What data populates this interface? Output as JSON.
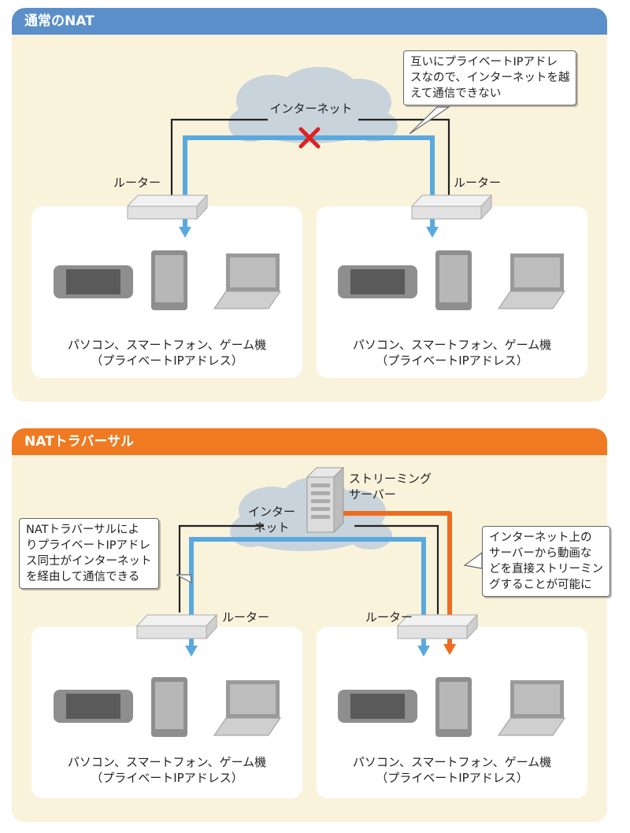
{
  "top": {
    "header": "通常のNAT",
    "internet": "インターネット",
    "router_left": "ルーター",
    "router_right": "ルーター",
    "note_lines": [
      "互いにプライベートIPアドレ",
      "スなので、インターネットを越",
      "えて通信できない"
    ],
    "devices_left": [
      "パソコン、スマートフォン、ゲーム機",
      "（プライベートIPアドレス）"
    ],
    "devices_right": [
      "パソコン、スマートフォン、ゲーム機",
      "（プライベートIPアドレス）"
    ]
  },
  "bottom": {
    "header": "NATトラバーサル",
    "internet_lines": [
      "インター",
      "ネット"
    ],
    "server_lines": [
      "ストリーミング",
      "サーバー"
    ],
    "router_left": "ルーター",
    "router_right": "ルーター",
    "note_left_lines": [
      "NATトラバーサルによ",
      "りプライベートIPアドレ",
      "ス同士がインターネット",
      "を経由して通信できる"
    ],
    "note_right_lines": [
      "インターネット上の",
      "サーバーから動画な",
      "どを直接ストリーミン",
      "グすることが可能に"
    ],
    "devices_left": [
      "パソコン、スマートフォン、ゲーム機",
      "（プライベートIPアドレス）"
    ],
    "devices_right": [
      "パソコン、スマートフォン、ゲーム機",
      "（プライベートIPアドレス）"
    ]
  },
  "colors": {
    "blue_arrow": "#5aa9de",
    "orange_arrow": "#ee6b1f",
    "cross": "#e02020",
    "cloud": "#c8d3db"
  },
  "icons": [
    "router-icon",
    "game-console-icon",
    "smartphone-icon",
    "laptop-icon",
    "cloud-icon",
    "server-icon",
    "cross-icon"
  ]
}
